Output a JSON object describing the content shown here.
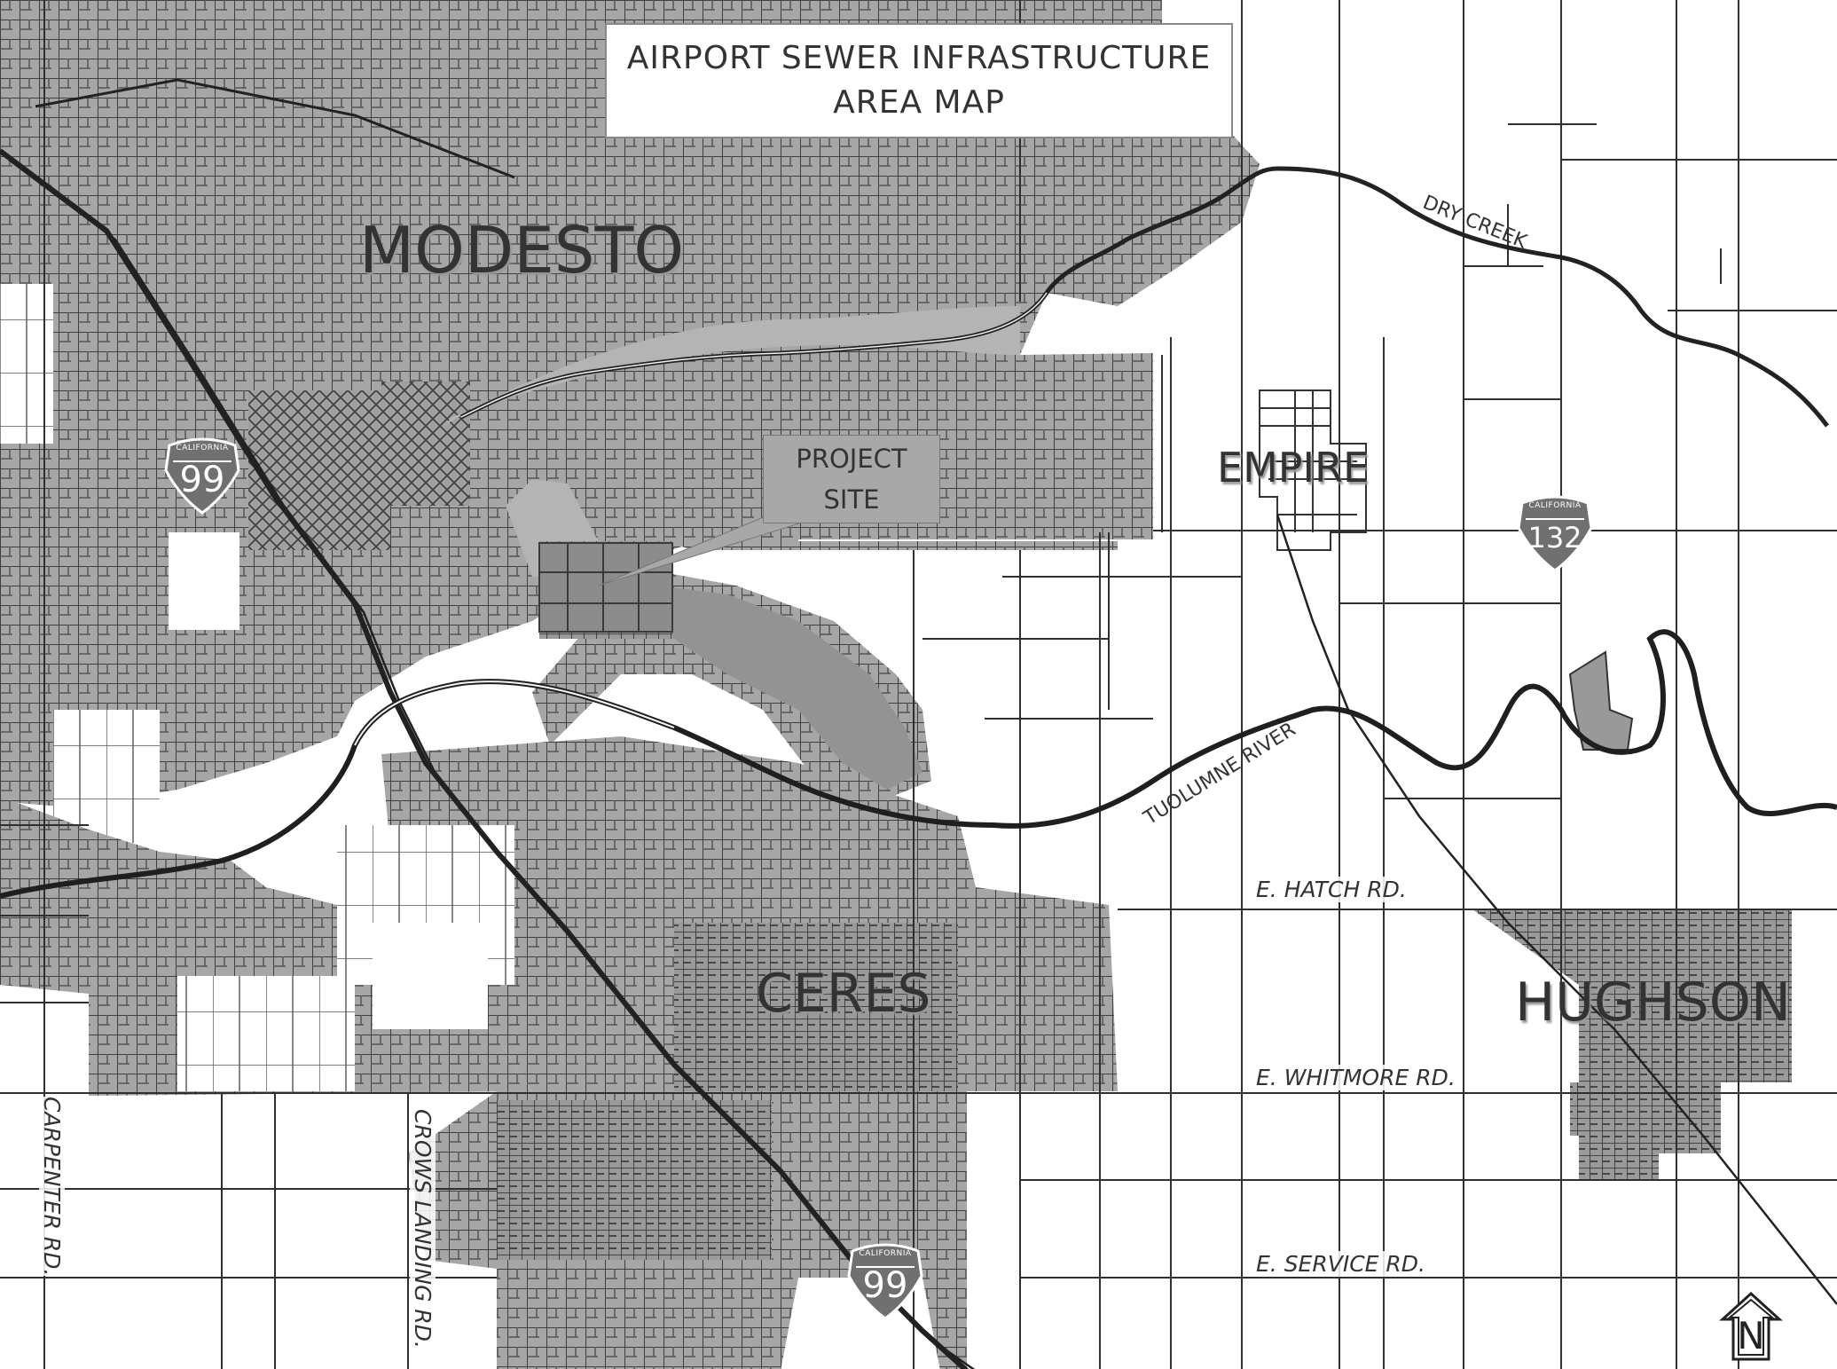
{
  "title": {
    "line1": "AIRPORT SEWER INFRASTRUCTURE",
    "line2": "AREA MAP"
  },
  "project_callout": {
    "line1": "PROJECT",
    "line2": "SITE"
  },
  "cities": {
    "modesto": "MODESTO",
    "empire": "EMPIRE",
    "ceres": "CERES",
    "hughson": "HUGHSON"
  },
  "roads": {
    "hatch": "E. HATCH RD.",
    "whitmore": "E. WHITMORE RD.",
    "service": "E. SERVICE RD.",
    "carpenter": "CARPENTER RD.",
    "crows_landing": "CROWS LANDING RD."
  },
  "waterways": {
    "dry_creek": "DRY CREEK",
    "tuolumne": "TUOLUMNE RIVER"
  },
  "highway_shields": {
    "caption": "CALIFORNIA",
    "sr99_north": "99",
    "sr132": "132",
    "sr99_south": "99"
  },
  "north_arrow": "N",
  "colors": {
    "urban_fill": "#a6a6a6",
    "project_fill": "#8c8c8c",
    "street": "#3a3a3a",
    "river": "#2a2a2a",
    "shield": "#707070"
  }
}
